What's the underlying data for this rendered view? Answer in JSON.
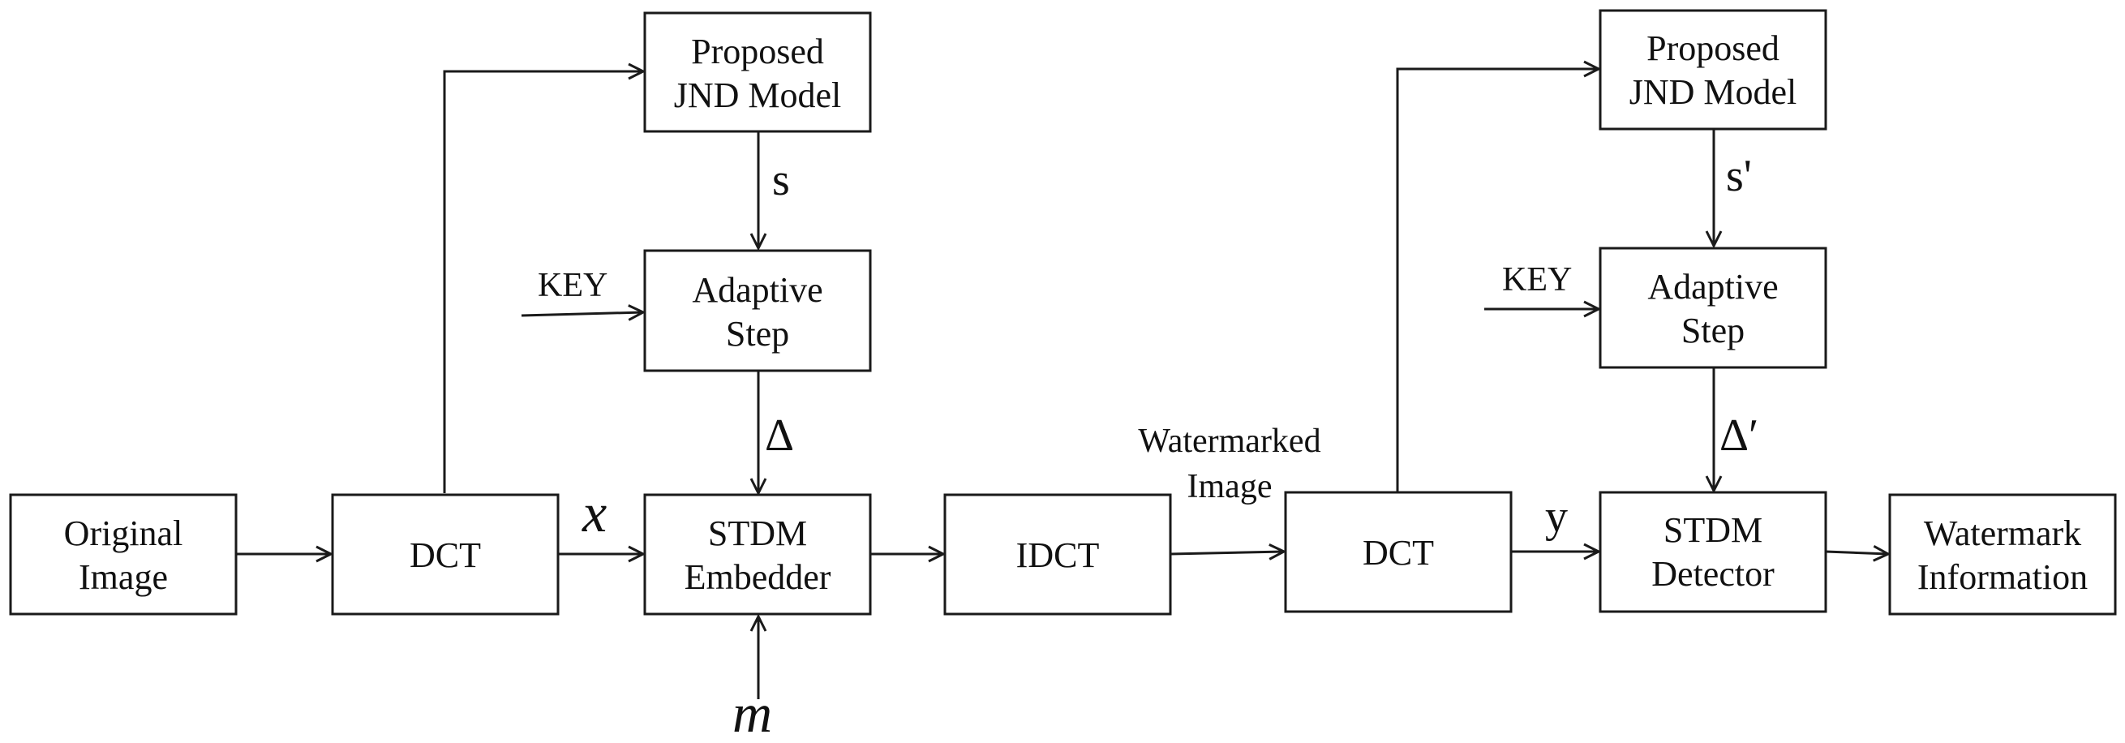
{
  "embedder": {
    "original_image": [
      "Original",
      "Image"
    ],
    "dct": "DCT",
    "jnd_model": [
      "Proposed",
      "JND Model"
    ],
    "adaptive_step": [
      "Adaptive",
      "Step"
    ],
    "stdm_embedder": [
      "STDM",
      "Embedder"
    ],
    "idct": "IDCT",
    "key_label": "KEY",
    "s_label": "s",
    "delta_label": "Δ",
    "x_label": "x",
    "m_label": "m"
  },
  "watermarked_image_label": [
    "Watermarked",
    "Image"
  ],
  "detector": {
    "dct": "DCT",
    "jnd_model": [
      "Proposed",
      "JND Model"
    ],
    "adaptive_step": [
      "Adaptive",
      "Step"
    ],
    "stdm_detector": [
      "STDM",
      "Detector"
    ],
    "watermark_information": [
      "Watermark",
      "Information"
    ],
    "key_label": "KEY",
    "s_prime_label": "s'",
    "delta_prime_label": "Δ′",
    "y_label": "y"
  },
  "colors": {
    "line": "#1a1a1a",
    "text": "#111111",
    "background": "#ffffff"
  }
}
